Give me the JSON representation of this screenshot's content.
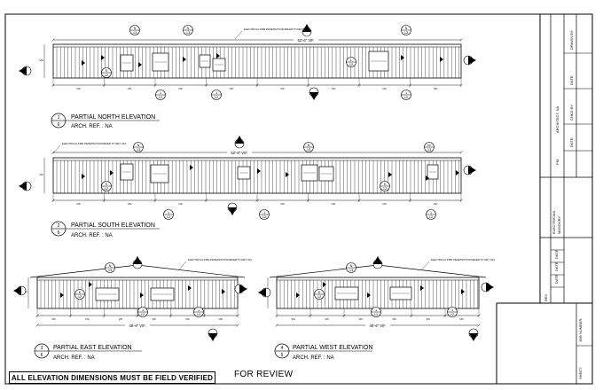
{
  "drawing": {
    "elevations": [
      {
        "id": "north",
        "number": "1",
        "sheet": "6",
        "title": "PARTIAL NORTH ELEVATION",
        "arch_ref": "ARCH. REF. :  NA",
        "overall_dimension": "52'-6\" VIF.",
        "note": "ELECTRICAL PIPE PENETRATION REFER TO DET. #13",
        "section_tags": [
          {
            "top": "N",
            "bottom": "13"
          },
          {
            "top": "N",
            "bottom": "13"
          },
          {
            "top": "N",
            "bottom": "13"
          },
          {
            "top": "K",
            "bottom": "12"
          },
          {
            "top": "L",
            "bottom": "12"
          },
          {
            "top": "1",
            "bottom": "12"
          },
          {
            "top": "1",
            "bottom": "12"
          },
          {
            "top": "1",
            "bottom": "12"
          }
        ]
      },
      {
        "id": "south",
        "number": "2",
        "sheet": "6",
        "title": "PARTIAL SOUTH ELEVATION",
        "arch_ref": "ARCH. REF. :  NA",
        "overall_dimension": "52'-6\" VIF.",
        "note": "ELECTRICAL PIPE PENETRATION REFER TO DET. #13",
        "section_tags": [
          {
            "top": "N",
            "bottom": "13"
          },
          {
            "top": "N",
            "bottom": "13"
          },
          {
            "top": "M",
            "bottom": "13"
          },
          {
            "top": "K",
            "bottom": "12"
          },
          {
            "top": "K",
            "bottom": "12"
          },
          {
            "top": "1",
            "bottom": "12"
          },
          {
            "top": "1",
            "bottom": "12"
          },
          {
            "top": "1",
            "bottom": "12"
          }
        ]
      },
      {
        "id": "east",
        "number": "3",
        "sheet": "6",
        "title": "PARTIAL EAST ELEVATION",
        "arch_ref": "ARCH. REF. :  NA",
        "overall_dimension": "48'-6\" VIF.",
        "note": "ELECTRICAL PIPE PENETRATION REFER TO DET. #13",
        "section_tags": [
          {
            "top": "N",
            "bottom": "13"
          },
          {
            "top": "K",
            "bottom": "12"
          },
          {
            "top": "1",
            "bottom": "12"
          },
          {
            "top": "1",
            "bottom": "12"
          }
        ]
      },
      {
        "id": "west",
        "number": "4",
        "sheet": "6",
        "title": "PARTIAL WEST ELEVATION",
        "arch_ref": "ARCH. REF. :  NA",
        "overall_dimension": "48'-6\" VIF.",
        "note": "ELECTRICAL PIPE PENETRATION REFER TO DET. #13",
        "section_tags": [
          {
            "top": "N",
            "bottom": "13"
          },
          {
            "top": "K",
            "bottom": "12"
          },
          {
            "top": "1",
            "bottom": "12"
          },
          {
            "top": "1",
            "bottom": "12"
          }
        ]
      }
    ],
    "dimension_labels": [
      "VIF.",
      "VIF.",
      "VIF.",
      "VIF.",
      "VIF.",
      "VIF.",
      "VIF.",
      "VIF."
    ]
  },
  "title_block": {
    "revision_labels": [
      "REV",
      "DATE",
      "DATE",
      "DATE"
    ],
    "column_labels": [
      "ARCHITECT: NA",
      "PM:",
      "ELECTRICIAN",
      "MASONRY"
    ],
    "date_labels": [
      "DRAWN BY:",
      "DATE:",
      "CHKD BY:",
      "DATE:"
    ],
    "sheet_label": "SHEET:",
    "job_label": "JOB NUMBER:"
  },
  "footer": {
    "note": "ALL ELEVATION DIMENSIONS MUST BE FIELD VERIFIED",
    "status": "FOR REVIEW"
  }
}
